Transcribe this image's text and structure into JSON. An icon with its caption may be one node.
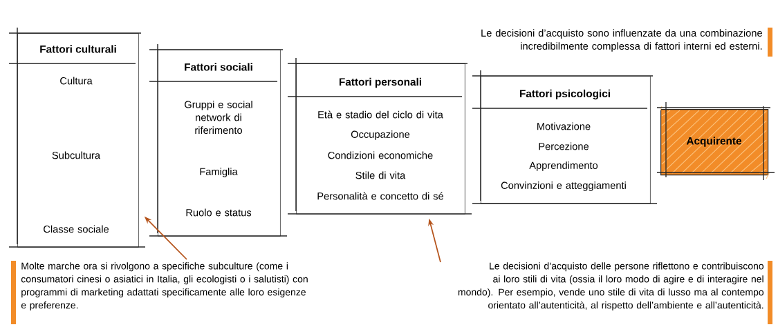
{
  "diagram": {
    "nodes": [
      {
        "text": [
          "Fattori culturali",
          "Cultura",
          "Subcultura",
          "Classe sociale"
        ]
      },
      {
        "text": [
          "Fattori sociali",
          "Gruppi e social network di riferimento",
          "Famiglia",
          "Ruolo e status"
        ]
      },
      {
        "text": [
          "Fattori personali",
          "Età e stadio del ciclo di vita",
          "Occupazione",
          "Condizioni economiche",
          "Stile di vita",
          "Personalità e concetto di sé"
        ]
      },
      {
        "text": [
          "Fattori psicologici",
          "Motivazione",
          "Percezione",
          "Apprendimento",
          "Convinzioni e atteggiamenti"
        ]
      },
      {
        "text": [
          "Acquirente"
        ]
      },
      {
        "text": [
          "Molte marche ora si rivolgono a specifiche subculture (come i consumatori cinesi o asiatici in Italia, gli ecologisti o i salutisti) con programmi di marketing adattati specificamente alle loro esigenze e preferenze."
        ]
      },
      {
        "text": [
          "Le decisioni d’acquisto delle persone riflettono e contribuiscono ai loro stili di vita (ossia il loro modo di agire e di interagire nel mondo). Per esempio, vende uno stile di vita di lusso ma al contempo orientato all’autenticità, al rispetto dell’ambiente e all’autenticità."
        ]
      }
    ],
    "edges": [
      {
        "from": 5,
        "to": 0,
        "arrow": "to"
      },
      {
        "from": 6,
        "to": 2,
        "arrow": "to"
      }
    ],
    "labels": [
      "Le decisioni d’acquisto sono influenzate da una combinazione incredibilmente complessa di fattori interni ed esterni."
    ]
  }
}
